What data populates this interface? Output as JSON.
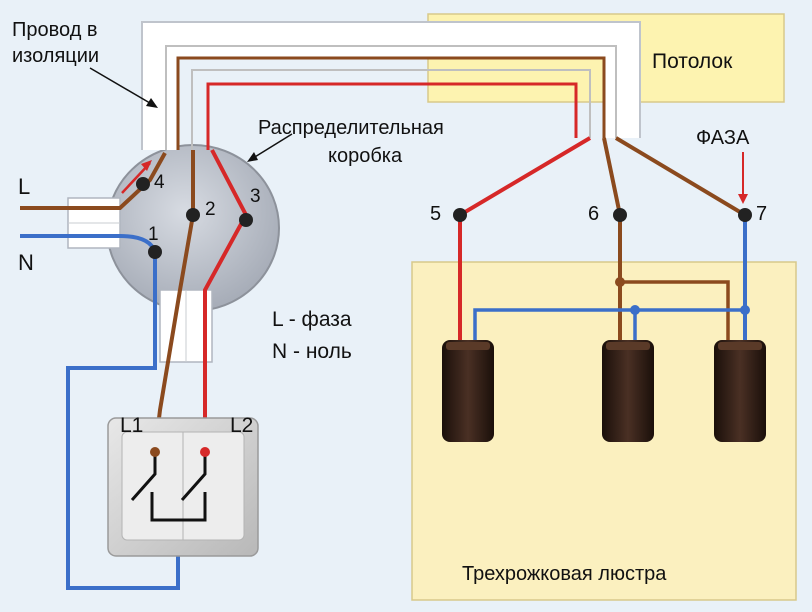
{
  "labels": {
    "wire_insulation": [
      "Провод в",
      "изоляции"
    ],
    "ceiling": "Потолок",
    "junction_box": [
      "Распределительная",
      "коробка"
    ],
    "phase_marker": "ФАЗА",
    "line_in_L": "L",
    "line_in_N": "N",
    "legend_L": "L - фаза",
    "legend_N": "N - ноль",
    "switch_L1": "L1",
    "switch_L2": "L2",
    "chandelier": "Трехрожковая люстра",
    "terminals": [
      "1",
      "2",
      "3",
      "4",
      "5",
      "6",
      "7"
    ]
  },
  "colors": {
    "phase": "#8b4a1e",
    "switched": "#d62828",
    "neutral": "#3b6fc9",
    "background": "#e9f1f8",
    "ceiling": "#fdf3b0",
    "chandelier_panel": "#fbf0bf",
    "socket": "#2b1a12"
  }
}
